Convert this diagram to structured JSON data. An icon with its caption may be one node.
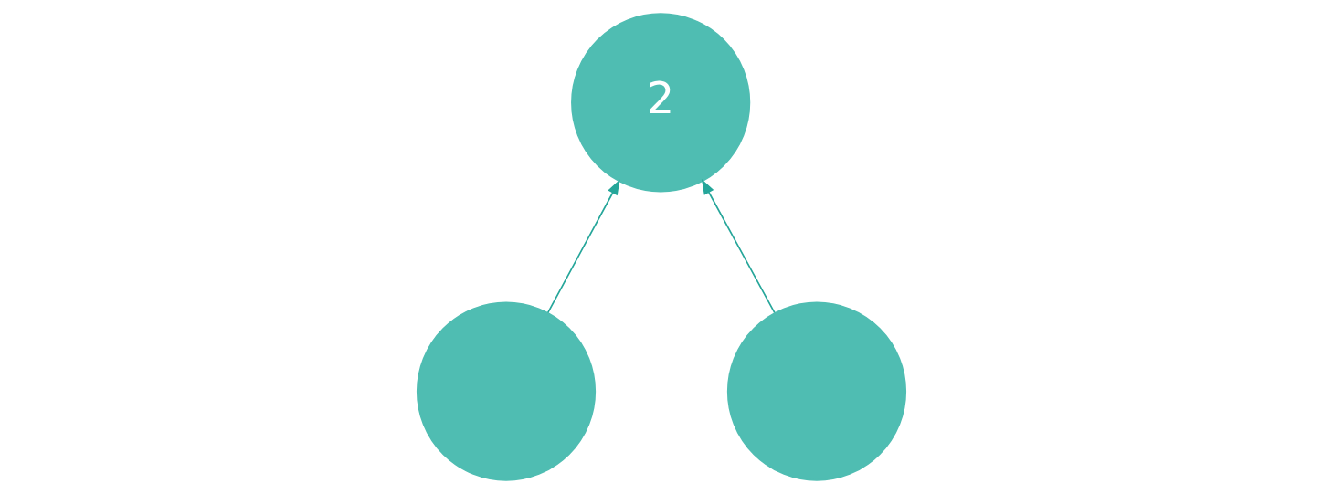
{
  "diagram": {
    "nodes": [
      {
        "text": [
          "2"
        ]
      },
      {
        "text": [],
        "shape": "circle"
      },
      {
        "text": [],
        "shape": "circle"
      }
    ],
    "edges": [
      {
        "from": 1,
        "to": 0,
        "arrow": "to"
      },
      {
        "from": 2,
        "to": 0,
        "arrow": "to"
      }
    ]
  }
}
